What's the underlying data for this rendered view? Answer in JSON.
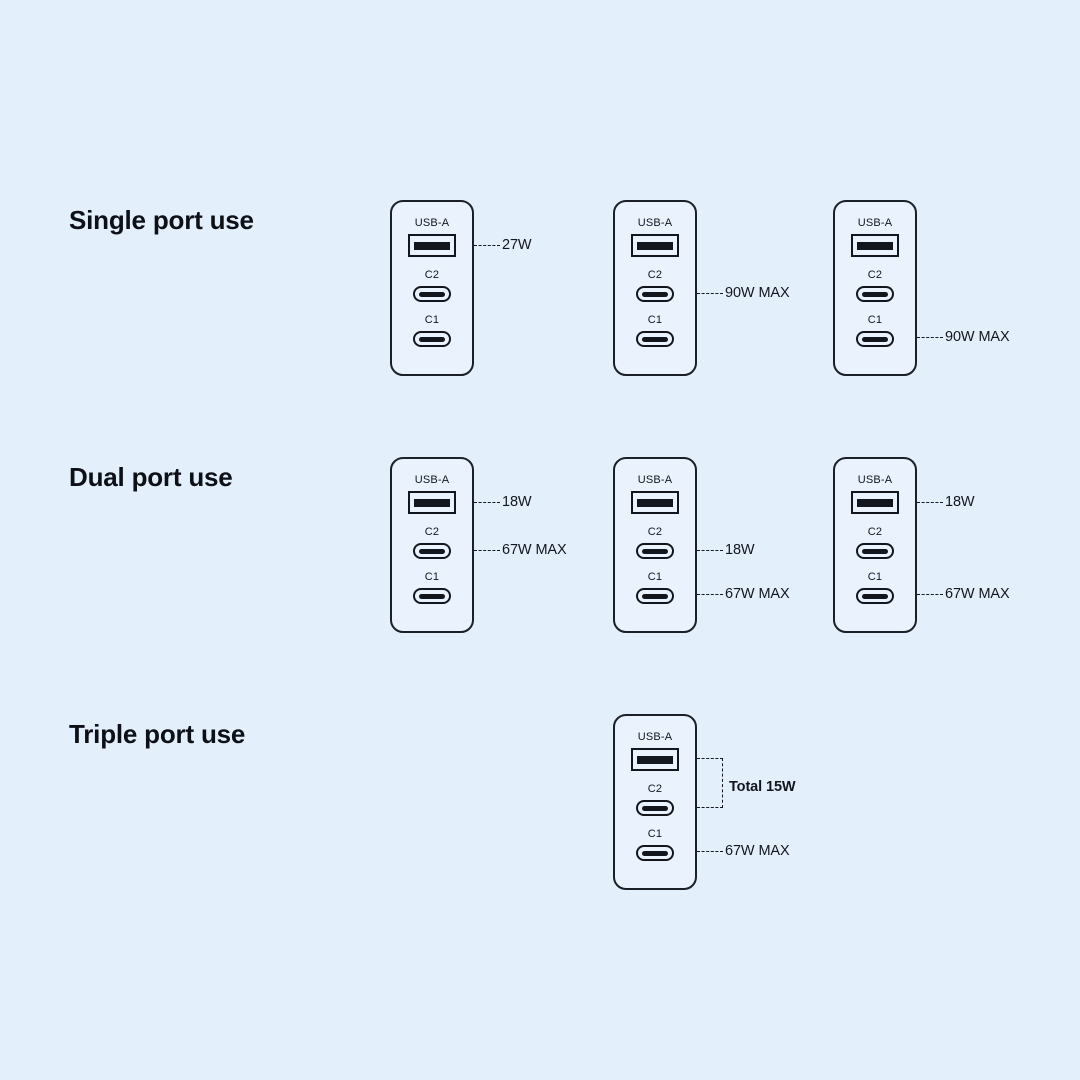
{
  "page": {
    "background_color": "#e4effc",
    "line_color": "#13161c",
    "device_fill": "#eaf2fd"
  },
  "sections": [
    {
      "id": "single",
      "title": "Single port use",
      "devices": [
        {
          "id": "single-1",
          "ports": [
            {
              "label": "USB-A",
              "type": "usb-a"
            },
            {
              "label": "C2",
              "type": "usb-c"
            },
            {
              "label": "C1",
              "type": "usb-c"
            }
          ],
          "callouts": [
            {
              "text": "27W",
              "port": "USB-A"
            }
          ]
        },
        {
          "id": "single-2",
          "ports": [
            {
              "label": "USB-A",
              "type": "usb-a"
            },
            {
              "label": "C2",
              "type": "usb-c"
            },
            {
              "label": "C1",
              "type": "usb-c"
            }
          ],
          "callouts": [
            {
              "text": "90W MAX",
              "port": "C2"
            }
          ]
        },
        {
          "id": "single-3",
          "ports": [
            {
              "label": "USB-A",
              "type": "usb-a"
            },
            {
              "label": "C2",
              "type": "usb-c"
            },
            {
              "label": "C1",
              "type": "usb-c"
            }
          ],
          "callouts": [
            {
              "text": "90W MAX",
              "port": "C1"
            }
          ]
        }
      ]
    },
    {
      "id": "dual",
      "title": "Dual port use",
      "devices": [
        {
          "id": "dual-1",
          "ports": [
            {
              "label": "USB-A",
              "type": "usb-a"
            },
            {
              "label": "C2",
              "type": "usb-c"
            },
            {
              "label": "C1",
              "type": "usb-c"
            }
          ],
          "callouts": [
            {
              "text": "18W",
              "port": "USB-A"
            },
            {
              "text": "67W MAX",
              "port": "C2"
            }
          ]
        },
        {
          "id": "dual-2",
          "ports": [
            {
              "label": "USB-A",
              "type": "usb-a"
            },
            {
              "label": "C2",
              "type": "usb-c"
            },
            {
              "label": "C1",
              "type": "usb-c"
            }
          ],
          "callouts": [
            {
              "text": "18W",
              "port": "C2"
            },
            {
              "text": "67W MAX",
              "port": "C1"
            }
          ]
        },
        {
          "id": "dual-3",
          "ports": [
            {
              "label": "USB-A",
              "type": "usb-a"
            },
            {
              "label": "C2",
              "type": "usb-c"
            },
            {
              "label": "C1",
              "type": "usb-c"
            }
          ],
          "callouts": [
            {
              "text": "18W",
              "port": "USB-A"
            },
            {
              "text": "67W MAX",
              "port": "C1"
            }
          ]
        }
      ]
    },
    {
      "id": "triple",
      "title": "Triple port use",
      "devices": [
        {
          "id": "triple-1",
          "ports": [
            {
              "label": "USB-A",
              "type": "usb-a"
            },
            {
              "label": "C2",
              "type": "usb-c"
            },
            {
              "label": "C1",
              "type": "usb-c"
            }
          ],
          "bracket_callout": {
            "text": "Total 15W",
            "spans": [
              "USB-A",
              "C2"
            ]
          },
          "callouts": [
            {
              "text": "67W MAX",
              "port": "C1"
            }
          ]
        }
      ]
    }
  ]
}
